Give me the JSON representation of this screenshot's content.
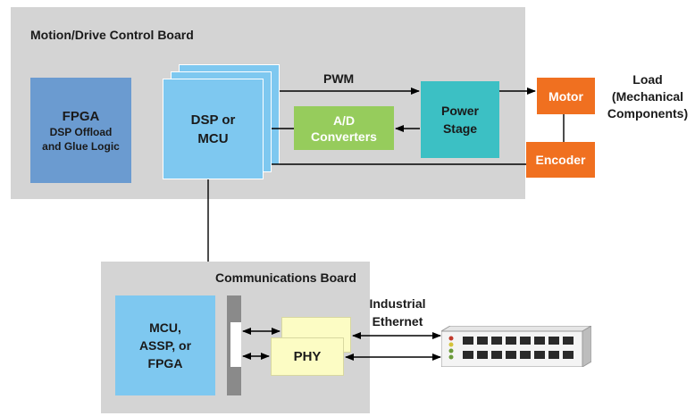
{
  "motion_board": {
    "title": "Motion/Drive Control Board",
    "fpga": {
      "line1": "FPGA",
      "line2": "DSP Offload",
      "line3": "and Glue Logic"
    },
    "dsp": {
      "line1": "DSP or",
      "line2": "MCU"
    },
    "adc": {
      "line1": "A/D",
      "line2": "Converters"
    },
    "power_stage": {
      "line1": "Power",
      "line2": "Stage"
    },
    "pwm_label": "PWM"
  },
  "external": {
    "motor": "Motor",
    "encoder": "Encoder",
    "load": {
      "line1": "Load",
      "line2": "(Mechanical",
      "line3": "Components)"
    }
  },
  "comms_board": {
    "title": "Communications Board",
    "mcu": {
      "line1": "MCU,",
      "line2": "ASSP, or",
      "line3": "FPGA"
    },
    "phy": "PHY",
    "ethernet_label": {
      "line1": "Industrial",
      "line2": "Ethernet"
    }
  },
  "colors": {
    "panel": "#d4d4d4",
    "fpga": "#6b9bd0",
    "dsp": "#7ec8f0",
    "adc": "#96cc5c",
    "power_stage": "#3cc0c4",
    "motor": "#f07020",
    "phy": "#fcfcc4",
    "connector": "#8a8a8a"
  },
  "icons": {
    "switch": "ethernet-switch-icon"
  }
}
